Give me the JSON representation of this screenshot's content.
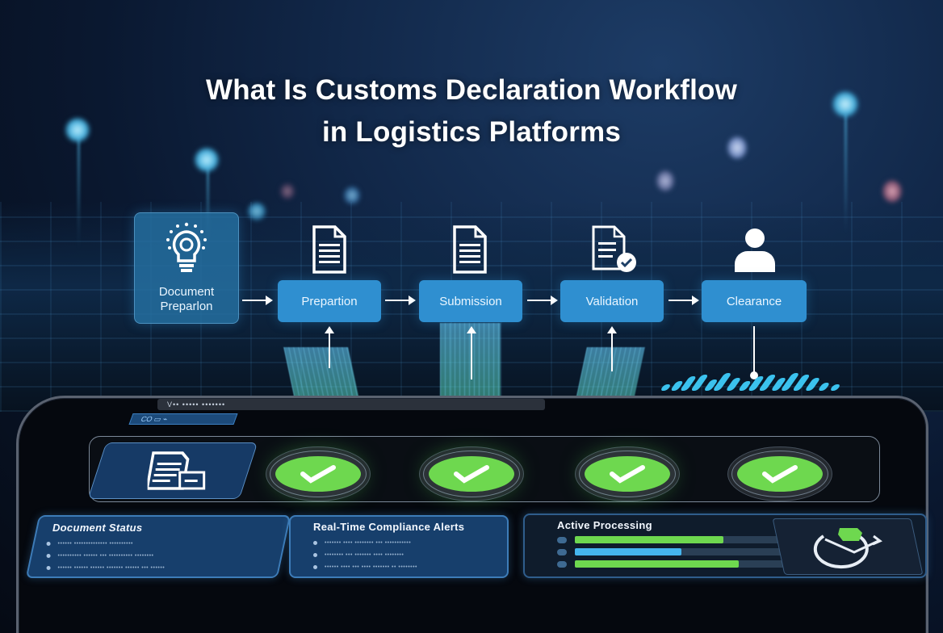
{
  "title": {
    "line1": "What Is Customs Declaration Workflow",
    "line2": "in Logistics Platforms"
  },
  "workflow": {
    "steps": [
      {
        "label_line1": "Document",
        "label_line2": "Preparlon",
        "icon": "lightbulb-gear-icon"
      },
      {
        "label": "Prepartion",
        "icon": "document-icon"
      },
      {
        "label": "Submission",
        "icon": "document-icon"
      },
      {
        "label": "Validation",
        "icon": "document-check-icon"
      },
      {
        "label": "Clearance",
        "icon": "user-icon"
      }
    ],
    "colors": {
      "step_fill": "#2f8fd0",
      "first_step_fill": "#246ea0",
      "arrow": "#ffffff"
    }
  },
  "dashboard": {
    "header_text": "V•• ••••• •••••••",
    "tab_chip_text": "CO  ▭  ⌁",
    "check_states": [
      "complete",
      "complete",
      "complete",
      "complete"
    ],
    "colors": {
      "check_green": "#6ed84f",
      "stream_cyan": "#63c8f5"
    }
  },
  "panels": {
    "document_status": {
      "title": "Document Status",
      "items": [
        "•••••• •••••••••••••• ••••••••••",
        "•••••••••• •••••• ••• •••••••••• ••••••••",
        "•••••• •••••• •••••• ••••••• •••••• ••• ••••••"
      ]
    },
    "compliance_alerts": {
      "title": "Real-Time Compliance Alerts",
      "items": [
        "••••••• •••• •••••••• ••• •••••••••••",
        "•••••••• ••• ••••••• •••• ••••••••",
        "•••••• •••• ••• •••• ••••••• •• ••••••••"
      ]
    },
    "active_processing": {
      "title": "Active Processing",
      "bars": [
        {
          "icon": "clock-small-icon",
          "percent": 68,
          "color": "#6ed84f"
        },
        {
          "icon": "cloud-small-icon",
          "percent": 50,
          "color": "#45b6ee"
        },
        {
          "icon": "tray-small-icon",
          "percent": 75,
          "color": "#6ed84f"
        }
      ],
      "clock_icon": "cycle-clock-icon",
      "accent_green": "#6ed84f"
    }
  }
}
